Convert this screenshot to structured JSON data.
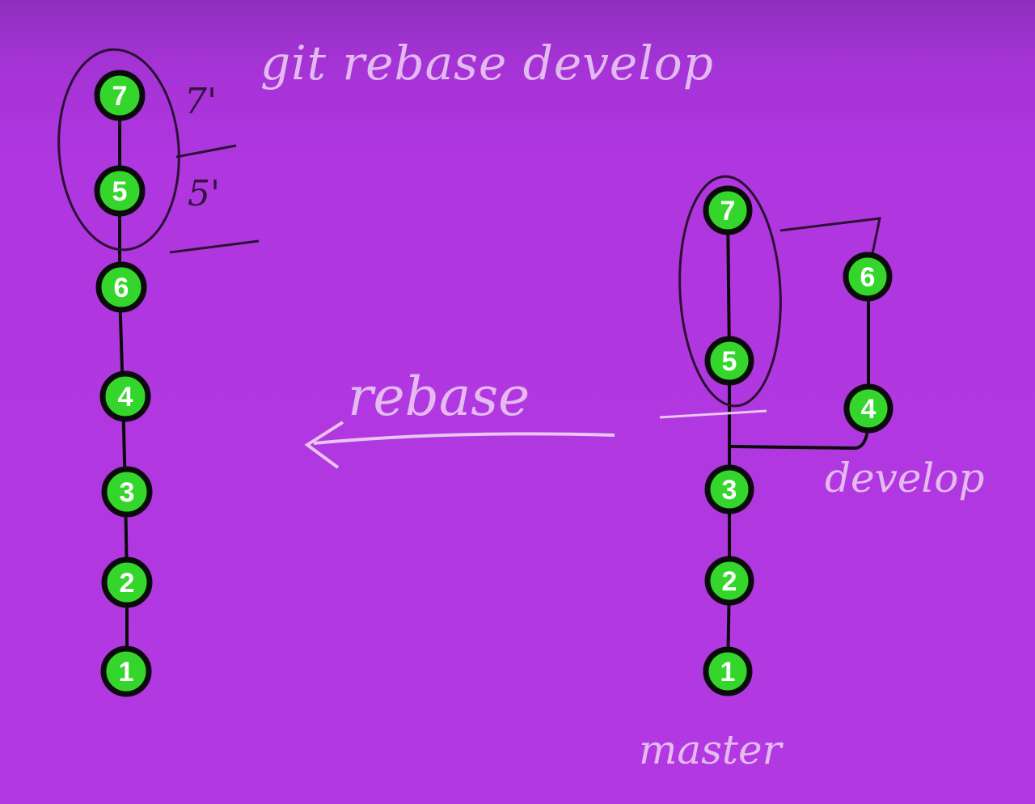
{
  "title": "git rebase develop",
  "arrow_label": "rebase",
  "branch_labels": {
    "develop": "develop",
    "master": "master"
  },
  "primes": {
    "p7": "7'",
    "p5": "5'"
  },
  "left_chain": [
    "7",
    "5",
    "6",
    "4",
    "3",
    "2",
    "1"
  ],
  "right_master": [
    "7",
    "5",
    "3",
    "2",
    "1"
  ],
  "right_develop": [
    "6",
    "4"
  ],
  "colors": {
    "background": "#b239e2",
    "node_fill": "#34d62c",
    "node_stroke": "#0b0b0b",
    "ink_light": "#e9c6f2",
    "ink_dark": "#2a1033"
  }
}
